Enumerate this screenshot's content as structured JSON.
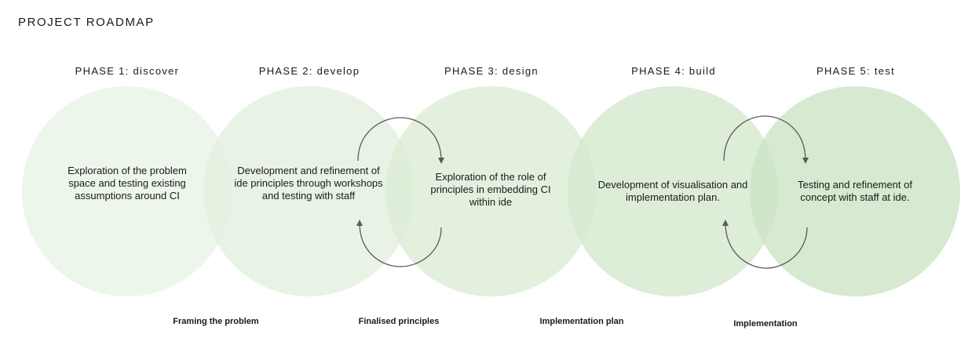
{
  "title": "PROJECT ROADMAP",
  "colors": {
    "circle_1": "#ecf5ea",
    "circle_2": "#e3f0df",
    "circle_3": "#dcecd6",
    "circle_4": "#d4e8cd",
    "circle_5": "#cde4c4",
    "arrow": "#5a5a5a",
    "text": "#1a1a1a"
  },
  "phases": [
    {
      "label": "PHASE 1: discover",
      "description": "Exploration of the problem space and testing existing assumptions around CI"
    },
    {
      "label": "PHASE 2: develop",
      "description": "Development and refinement of ide principles through workshops and testing with staff"
    },
    {
      "label": "PHASE 3: design",
      "description": "Exploration of the role of principles in embedding CI within ide"
    },
    {
      "label": "PHASE 4: build",
      "description": "Development of visualisation and implementation plan."
    },
    {
      "label": "PHASE 5: test",
      "description": "Testing and refinement of concept with staff at ide."
    }
  ],
  "milestones": [
    "Framing the problem",
    "Finalised principles",
    "Implementation plan",
    "Implementation"
  ],
  "cycle_icons": [
    "cycle-arrows-icon",
    "cycle-arrows-icon"
  ]
}
